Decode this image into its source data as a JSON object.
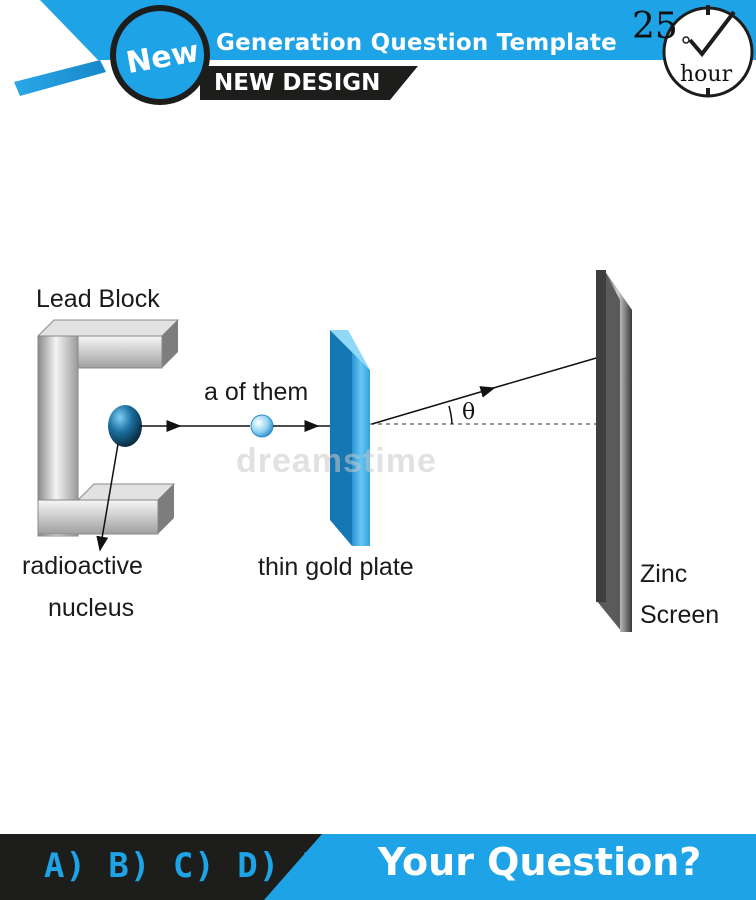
{
  "header": {
    "badge": "New",
    "title": "Generation Question Template",
    "subtitle": "NEW DESIGN",
    "clock_number": "25",
    "clock_unit": "hour",
    "accent": "#1da3e6",
    "dark": "#1d1d1b"
  },
  "diagram": {
    "lead_block_label": "Lead Block",
    "source_label_line1": "radioactive",
    "source_label_line2": "nucleus",
    "beam_label": "a of them",
    "plate_label": "thin gold plate",
    "screen_label_line1": "Zinc",
    "screen_label_line2": "Screen",
    "angle_label": "θ",
    "watermark": "dreamstime"
  },
  "footer": {
    "answers": "A) B) C) D) E)",
    "question": "Your Question?"
  }
}
